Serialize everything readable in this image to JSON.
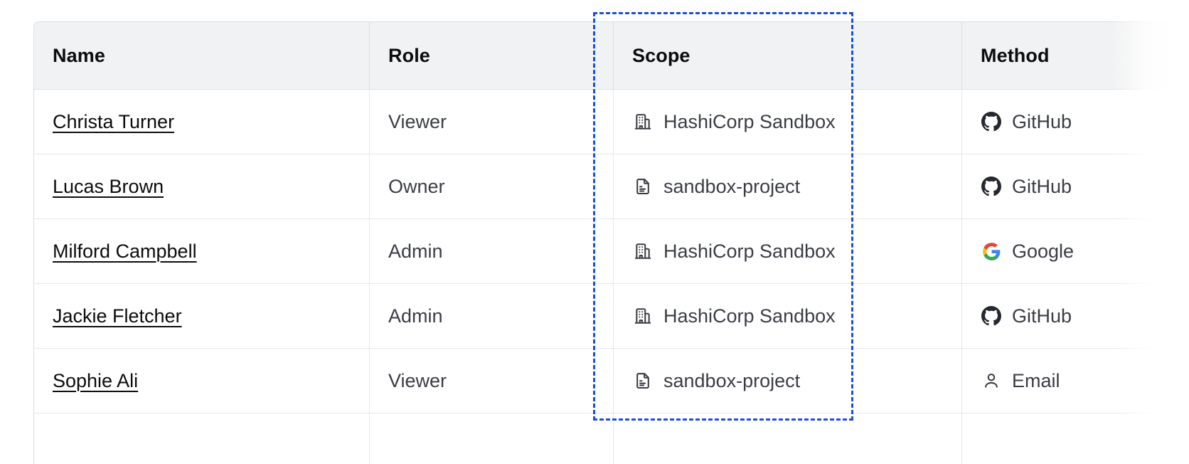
{
  "table": {
    "columns": [
      {
        "key": "name",
        "label": "Name"
      },
      {
        "key": "role",
        "label": "Role"
      },
      {
        "key": "scope",
        "label": "Scope"
      },
      {
        "key": "method",
        "label": "Method"
      }
    ],
    "rows": [
      {
        "name": "Christa Turner",
        "role": "Viewer",
        "scope": "HashiCorp Sandbox",
        "scope_icon": "organization-icon",
        "method": "GitHub",
        "method_icon": "github-icon"
      },
      {
        "name": "Lucas Brown",
        "role": "Owner",
        "scope": "sandbox-project",
        "scope_icon": "project-icon",
        "method": "GitHub",
        "method_icon": "github-icon"
      },
      {
        "name": "Milford Campbell",
        "role": "Admin",
        "scope": "HashiCorp Sandbox",
        "scope_icon": "organization-icon",
        "method": "Google",
        "method_icon": "google-icon"
      },
      {
        "name": "Jackie Fletcher",
        "role": "Admin",
        "scope": "HashiCorp Sandbox",
        "scope_icon": "organization-icon",
        "method": "GitHub",
        "method_icon": "github-icon"
      },
      {
        "name": "Sophie Ali",
        "role": "Viewer",
        "scope": "sandbox-project",
        "scope_icon": "project-icon",
        "method": "Email",
        "method_icon": "user-icon"
      }
    ]
  },
  "highlight": {
    "target_column": "Scope",
    "style": "dashed",
    "color": "#1d4ed8"
  },
  "colors": {
    "header_background": "#f1f2f3",
    "header_text": "#0c0c0e",
    "body_text": "#3b3d45",
    "link_text": "#0c0c0e",
    "border": "#dedfe3",
    "row_border": "#e6e7ea",
    "highlight": "#1d4ed8",
    "google_blue": "#4285f4",
    "google_red": "#ea4335",
    "google_yellow": "#fbbc05",
    "google_green": "#34a853",
    "github_black": "#24292f"
  }
}
